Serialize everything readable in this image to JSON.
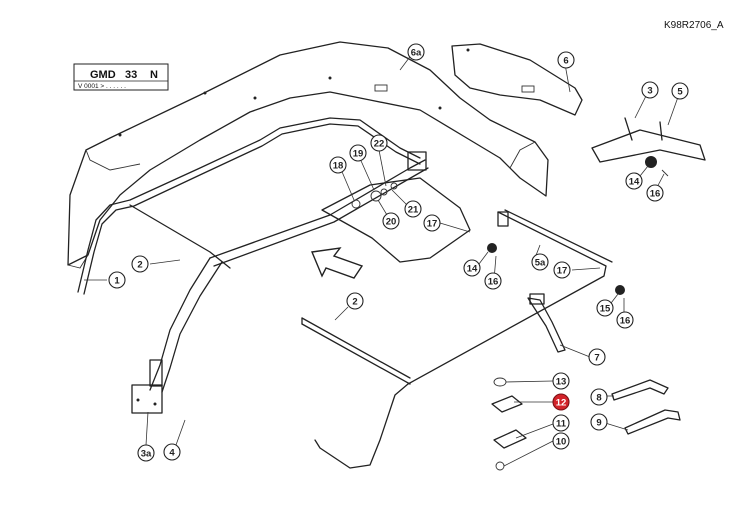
{
  "reference_code": "K98R2706_A",
  "model_box": {
    "model": "GMD",
    "number": "33",
    "suffix": "N",
    "serial": "V 0001 > . . . . . ."
  },
  "callouts": [
    {
      "id": "1",
      "label": "1"
    },
    {
      "id": "2a",
      "label": "2"
    },
    {
      "id": "2b",
      "label": "2"
    },
    {
      "id": "3",
      "label": "3"
    },
    {
      "id": "3a",
      "label": "3a"
    },
    {
      "id": "4",
      "label": "4"
    },
    {
      "id": "5",
      "label": "5"
    },
    {
      "id": "5a",
      "label": "5a"
    },
    {
      "id": "6",
      "label": "6"
    },
    {
      "id": "6a",
      "label": "6a"
    },
    {
      "id": "7",
      "label": "7"
    },
    {
      "id": "8",
      "label": "8"
    },
    {
      "id": "9",
      "label": "9"
    },
    {
      "id": "10",
      "label": "10"
    },
    {
      "id": "11",
      "label": "11"
    },
    {
      "id": "12",
      "label": "12",
      "highlight": true
    },
    {
      "id": "13",
      "label": "13"
    },
    {
      "id": "14a",
      "label": "14"
    },
    {
      "id": "14b",
      "label": "14"
    },
    {
      "id": "15",
      "label": "15"
    },
    {
      "id": "16a",
      "label": "16"
    },
    {
      "id": "16b",
      "label": "16"
    },
    {
      "id": "16c",
      "label": "16"
    },
    {
      "id": "17a",
      "label": "17"
    },
    {
      "id": "17b",
      "label": "17"
    },
    {
      "id": "18",
      "label": "18"
    },
    {
      "id": "19",
      "label": "19"
    },
    {
      "id": "20",
      "label": "20"
    },
    {
      "id": "21",
      "label": "21"
    },
    {
      "id": "22",
      "label": "22"
    }
  ],
  "highlight_color": "#d2232a"
}
